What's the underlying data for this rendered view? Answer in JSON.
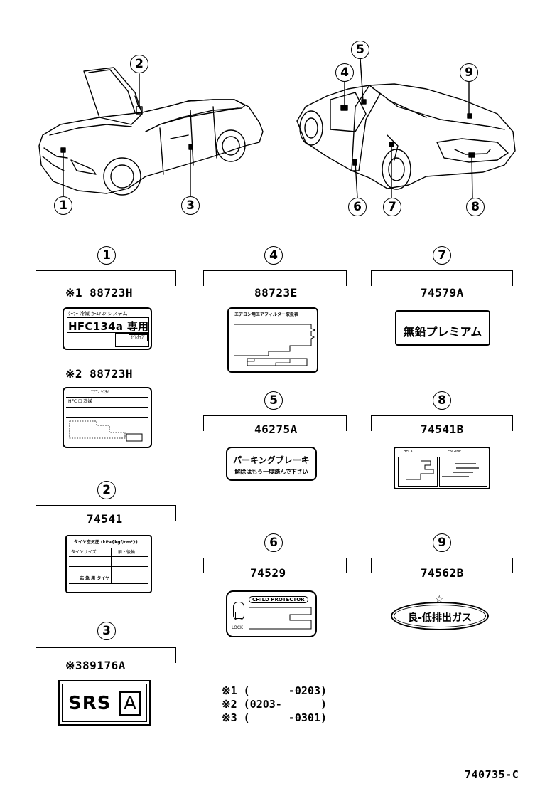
{
  "figure": {
    "callouts": [
      "1",
      "2",
      "3",
      "4",
      "5",
      "6",
      "7",
      "8",
      "9"
    ],
    "document_code": "740735-C"
  },
  "labels": {
    "l1": {
      "num": "1",
      "part_a": "※1 88723H",
      "part_b": "※2 88723H",
      "a_line1": "ｸｰﾗｰ 冷媒 ｶｰｴｱｺﾝ システム",
      "a_main": "HFC134a 専用",
      "a_tag": "ｵｲﾙﾀｲﾌﾟ",
      "b_header": "ｴｱｺﾝ ｼｽﾃﾑ",
      "b_line": "HFC ☐ 冷媒"
    },
    "l2": {
      "num": "2",
      "part": "74541",
      "row1": "タイヤ空気圧 (kPa{kgf/cm²})",
      "row2a": "タイヤサイズ",
      "row2b": "前・後輪",
      "row3": "応 急 用 タイヤ"
    },
    "l3": {
      "num": "3",
      "part": "※389176A",
      "text": "SRS",
      "box": "A"
    },
    "l4": {
      "num": "4",
      "part": "88723E",
      "header": "エアコン用エアフィルター取扱表"
    },
    "l5": {
      "num": "5",
      "part": "46275A",
      "line1": "パーキングブレーキ",
      "line2": "解除はもう一度踏んで下さい"
    },
    "l6": {
      "num": "6",
      "part": "74529",
      "header": "CHILD PROTECTOR",
      "lock": "LOCK"
    },
    "l7": {
      "num": "7",
      "part": "74579A",
      "text": "無鉛プレミアム"
    },
    "l8": {
      "num": "8",
      "part": "74541B",
      "h1": "CHECK",
      "h2": "ENGINE"
    },
    "l9": {
      "num": "9",
      "part": "74562B",
      "text": "良-低排出ガス",
      "star": "☆"
    }
  },
  "notes": {
    "n1": "※1 (      -0203)",
    "n2": "※2 (0203-      )",
    "n3": "※3 (      -0301)"
  }
}
